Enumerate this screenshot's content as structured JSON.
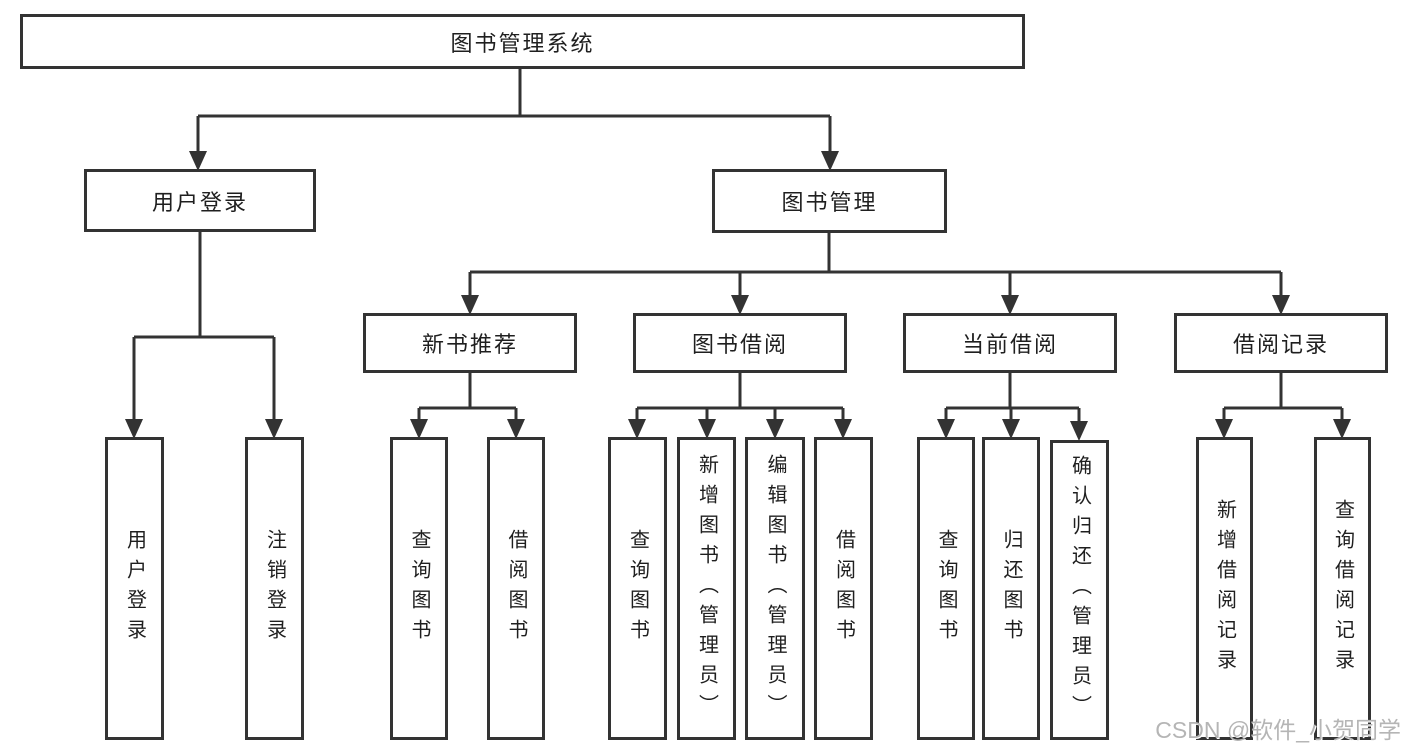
{
  "diagram": {
    "root": "图书管理系统",
    "level2": {
      "user_login": "用户登录",
      "book_management": "图书管理"
    },
    "level3": {
      "new_book_recommend": "新书推荐",
      "book_borrowing": "图书借阅",
      "current_borrowing": "当前借阅",
      "borrowing_records": "借阅记录"
    },
    "leaves": {
      "user_login": "用户登录",
      "logout": "注销登录",
      "nbr_query_books": "查询图书",
      "nbr_borrow_books": "借阅图书",
      "bb_query_books": "查询图书",
      "bb_add_books": "新增图书（管理员）",
      "bb_edit_books": "编辑图书（管理员）",
      "bb_borrow_books": "借阅图书",
      "cb_query_books": "查询图书",
      "cb_return_books": "归还图书",
      "cb_confirm_return": "确认归还（管理员）",
      "br_add_record": "新增借阅记录",
      "br_query_record": "查询借阅记录"
    }
  },
  "watermark": "CSDN @软件_小贺同学",
  "colors": {
    "line": "#333333",
    "text": "#1f1f1f",
    "background": "#ffffff",
    "watermark": "#b5b5b5"
  }
}
